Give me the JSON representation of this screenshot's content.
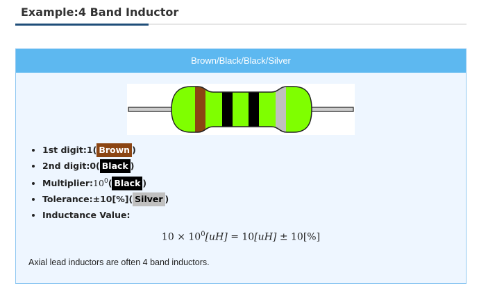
{
  "page": {
    "title": "Example:4 Band Inductor"
  },
  "card": {
    "header": "Brown/Black/Black/Silver",
    "colors": {
      "brown": "#8B4513",
      "black": "#000000",
      "silver": "#C0C0C0",
      "body": "#7FFF00"
    },
    "specs": {
      "digit1_label": "1st digit:",
      "digit1_value": "1",
      "digit1_color": "Brown",
      "digit2_label": "2nd digit:",
      "digit2_value": "0",
      "digit2_color": "Black",
      "multiplier_label": "Multiplier:",
      "multiplier_base": "10",
      "multiplier_exp": "0",
      "multiplier_color": "Black",
      "tolerance_label": "Tolerance:",
      "tolerance_value": "±10[%]",
      "tolerance_color": "Silver",
      "inductance_label": "Inductance Value:"
    },
    "formula": {
      "a": "10",
      "times": "×",
      "base": "10",
      "exp": "0",
      "unit1": "[uH]",
      "eq": "=",
      "result": "10",
      "unit2": "[uH]",
      "pm": "±",
      "tol": "10",
      "tol_unit": "[%]"
    },
    "note": "Axial lead inductors are often 4 band inductors."
  }
}
